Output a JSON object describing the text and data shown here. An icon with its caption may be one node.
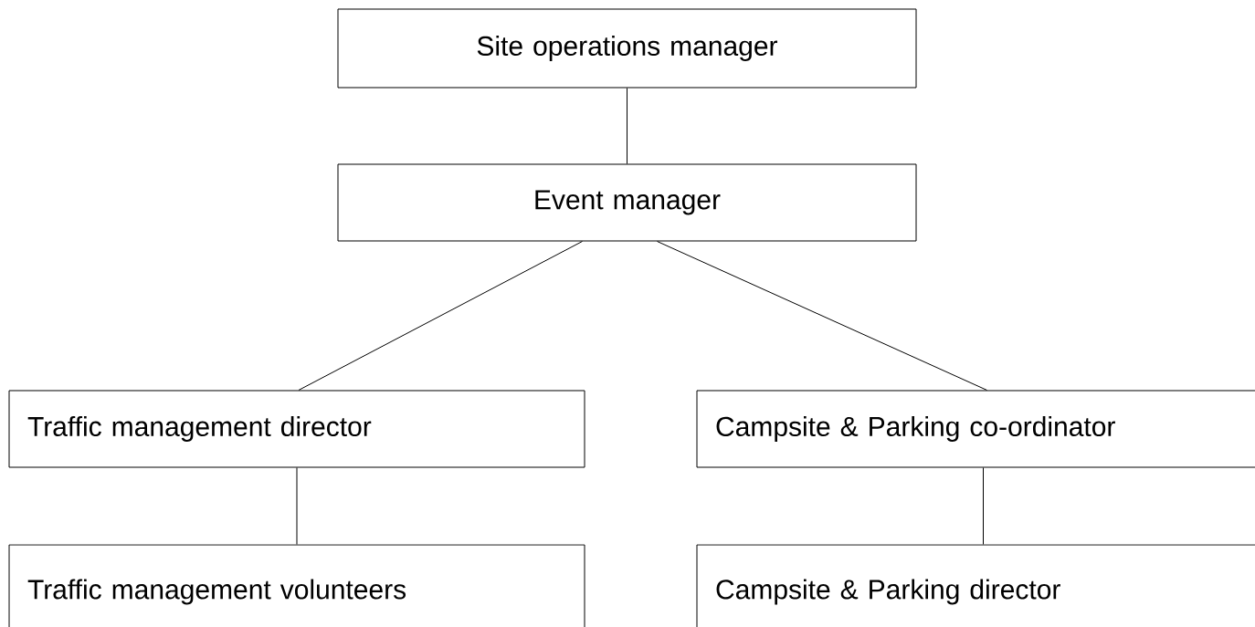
{
  "diagram": {
    "nodes": [
      {
        "text": [
          "Site operations manager"
        ]
      },
      {
        "text": [
          "Event manager"
        ]
      },
      {
        "text": [
          "Traffic management director"
        ]
      },
      {
        "text": [
          "Campsite & Parking co-ordinator"
        ]
      },
      {
        "text": [
          "Traffic management volunteers"
        ]
      },
      {
        "text": [
          "Campsite & Parking director"
        ]
      }
    ],
    "edges": [
      {
        "from": 0,
        "to": 1,
        "arrow": "none"
      },
      {
        "from": 1,
        "to": 2,
        "arrow": "none"
      },
      {
        "from": 1,
        "to": 3,
        "arrow": "none"
      },
      {
        "from": 2,
        "to": 4,
        "arrow": "none"
      },
      {
        "from": 3,
        "to": 5,
        "arrow": "none"
      }
    ]
  }
}
